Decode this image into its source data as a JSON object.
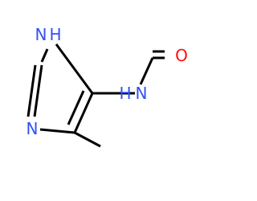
{
  "molecule": {
    "atoms": {
      "n1": {
        "label": "N"
      },
      "h1": {
        "label": "H"
      },
      "n3": {
        "label": "N"
      },
      "amide_n": {
        "label": "N"
      },
      "amide_h": {
        "label": "H"
      },
      "o": {
        "label": "O"
      }
    },
    "colors": {
      "nitrogen": "#3050F8",
      "oxygen": "#FF0D0D",
      "bond": "#000000"
    }
  }
}
